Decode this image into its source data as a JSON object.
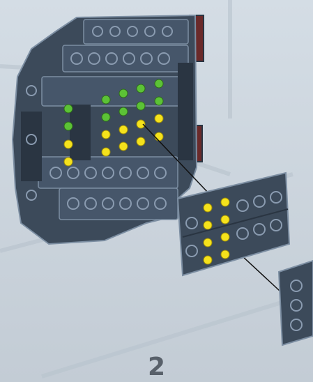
{
  "instruction": {
    "step_number": "2"
  },
  "colors": {
    "background": "#c9d3dc",
    "brick": "#3c4a5a",
    "brick_dark": "#2a3542",
    "brick_edge": "#7c8ea2",
    "stud_yellow": "#f5e21c",
    "stud_green": "#5cc236",
    "accent_red": "#6a2a2a",
    "leader_line": "#111111"
  },
  "parts": {
    "assembly": "assembled-module",
    "plate_a": "plate-with-yellow-studs",
    "plate_b": "plate-small"
  }
}
